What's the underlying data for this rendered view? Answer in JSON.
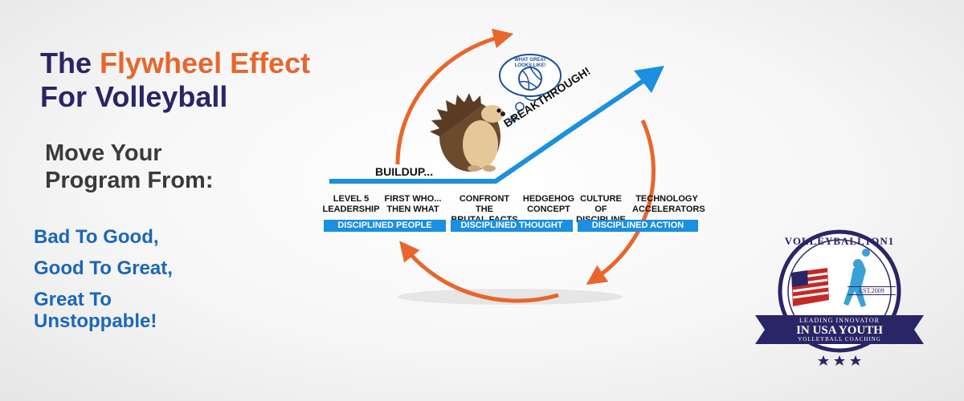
{
  "heading": {
    "line1_prefix": "The ",
    "line1_accent": "Flywheel Effect",
    "line2": "For Volleyball"
  },
  "subheading": {
    "line1": "Move Your",
    "line2": "Program From:"
  },
  "progression": {
    "line1": "Bad To Good,",
    "line2": "Good To Great,",
    "line3": "Great To",
    "line4": "Unstoppable!"
  },
  "diagram": {
    "buildup": "BUILDUP...",
    "breakthrough": "BREAKTHROUGH!",
    "thought_bubble": "WHAT GREAT LOOKS LIKE!",
    "stages": [
      {
        "line1": "LEVEL 5",
        "line2": "LEADERSHIP"
      },
      {
        "line1": "FIRST WHO...",
        "line2": "THEN WHAT"
      },
      {
        "line1": "CONFRONT THE",
        "line2": "BRUTAL FACTS"
      },
      {
        "line1": "HEDGEHOG",
        "line2": "CONCEPT"
      },
      {
        "line1": "CULTURE OF",
        "line2": "DISCIPLINE"
      },
      {
        "line1": "TECHNOLOGY",
        "line2": "ACCELERATORS"
      }
    ],
    "bands": [
      "DISCIPLINED PEOPLE",
      "DISCIPLINED THOUGHT",
      "DISCIPLINED ACTION"
    ]
  },
  "badge": {
    "arc_text": "VOLLEYBALL1ON1",
    "est": "EST.2009",
    "ribbon_top": "LEADING INNOVATOR",
    "ribbon_main": "IN USA YOUTH",
    "ribbon_bottom": "VOLLEYBALL COACHING"
  },
  "colors": {
    "title_navy": "#2a2566",
    "accent_orange": "#e8662c",
    "blue": "#1b67b8",
    "arrow_blue": "#1b8fe0"
  }
}
